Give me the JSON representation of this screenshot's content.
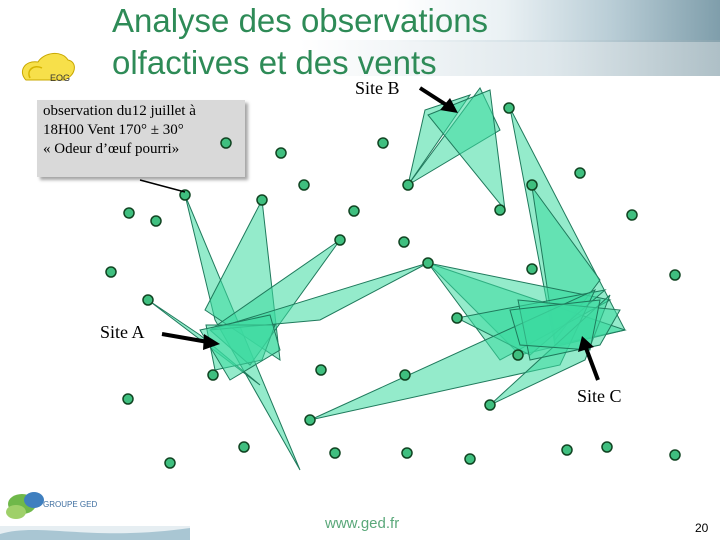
{
  "title": {
    "line1": "Analyse des  observations",
    "line2": "olfactives et des vents"
  },
  "logo_eog": {
    "text": "EOG"
  },
  "observation_box": {
    "line1": "observation du12 juillet à",
    "line2": "18H00 Vent 170° ± 30°",
    "line3": "« Odeur d’œuf  pourri»"
  },
  "sites": {
    "a": "Site A",
    "b": "Site B",
    "c": "Site C"
  },
  "footer": {
    "url": "www.ged.fr",
    "page": "20",
    "logo_text": "GROUPE GED"
  },
  "colors": {
    "title": "#2e8b57",
    "cone_fill": "#3ddba0",
    "cone_stroke": "#1f7a5c",
    "dot_fill": "#3fbf7f",
    "dot_stroke": "#114422"
  },
  "observers": [
    {
      "id": 1
    },
    {
      "id": 2
    },
    {
      "id": 3
    },
    {
      "id": 4
    },
    {
      "id": 5
    },
    {
      "id": 6
    },
    {
      "id": 7
    },
    {
      "id": 8
    },
    {
      "id": 9
    },
    {
      "id": 10
    },
    {
      "id": 11
    },
    {
      "id": 12
    },
    {
      "id": 13
    },
    {
      "id": 14
    },
    {
      "id": 15
    },
    {
      "id": 16
    },
    {
      "id": 17
    },
    {
      "id": 18
    },
    {
      "id": 19
    },
    {
      "id": 20
    },
    {
      "id": 21
    },
    {
      "id": 22
    },
    {
      "id": 23
    },
    {
      "id": 24
    },
    {
      "id": 25
    },
    {
      "id": 26
    },
    {
      "id": 27
    },
    {
      "id": 28
    },
    {
      "id": 29
    },
    {
      "id": 30
    },
    {
      "id": 31
    },
    {
      "id": 32
    },
    {
      "id": 33
    },
    {
      "id": 34
    },
    {
      "id": 35
    },
    {
      "id": 36
    },
    {
      "id": 37
    },
    {
      "id": 38
    },
    {
      "id": 39
    }
  ]
}
